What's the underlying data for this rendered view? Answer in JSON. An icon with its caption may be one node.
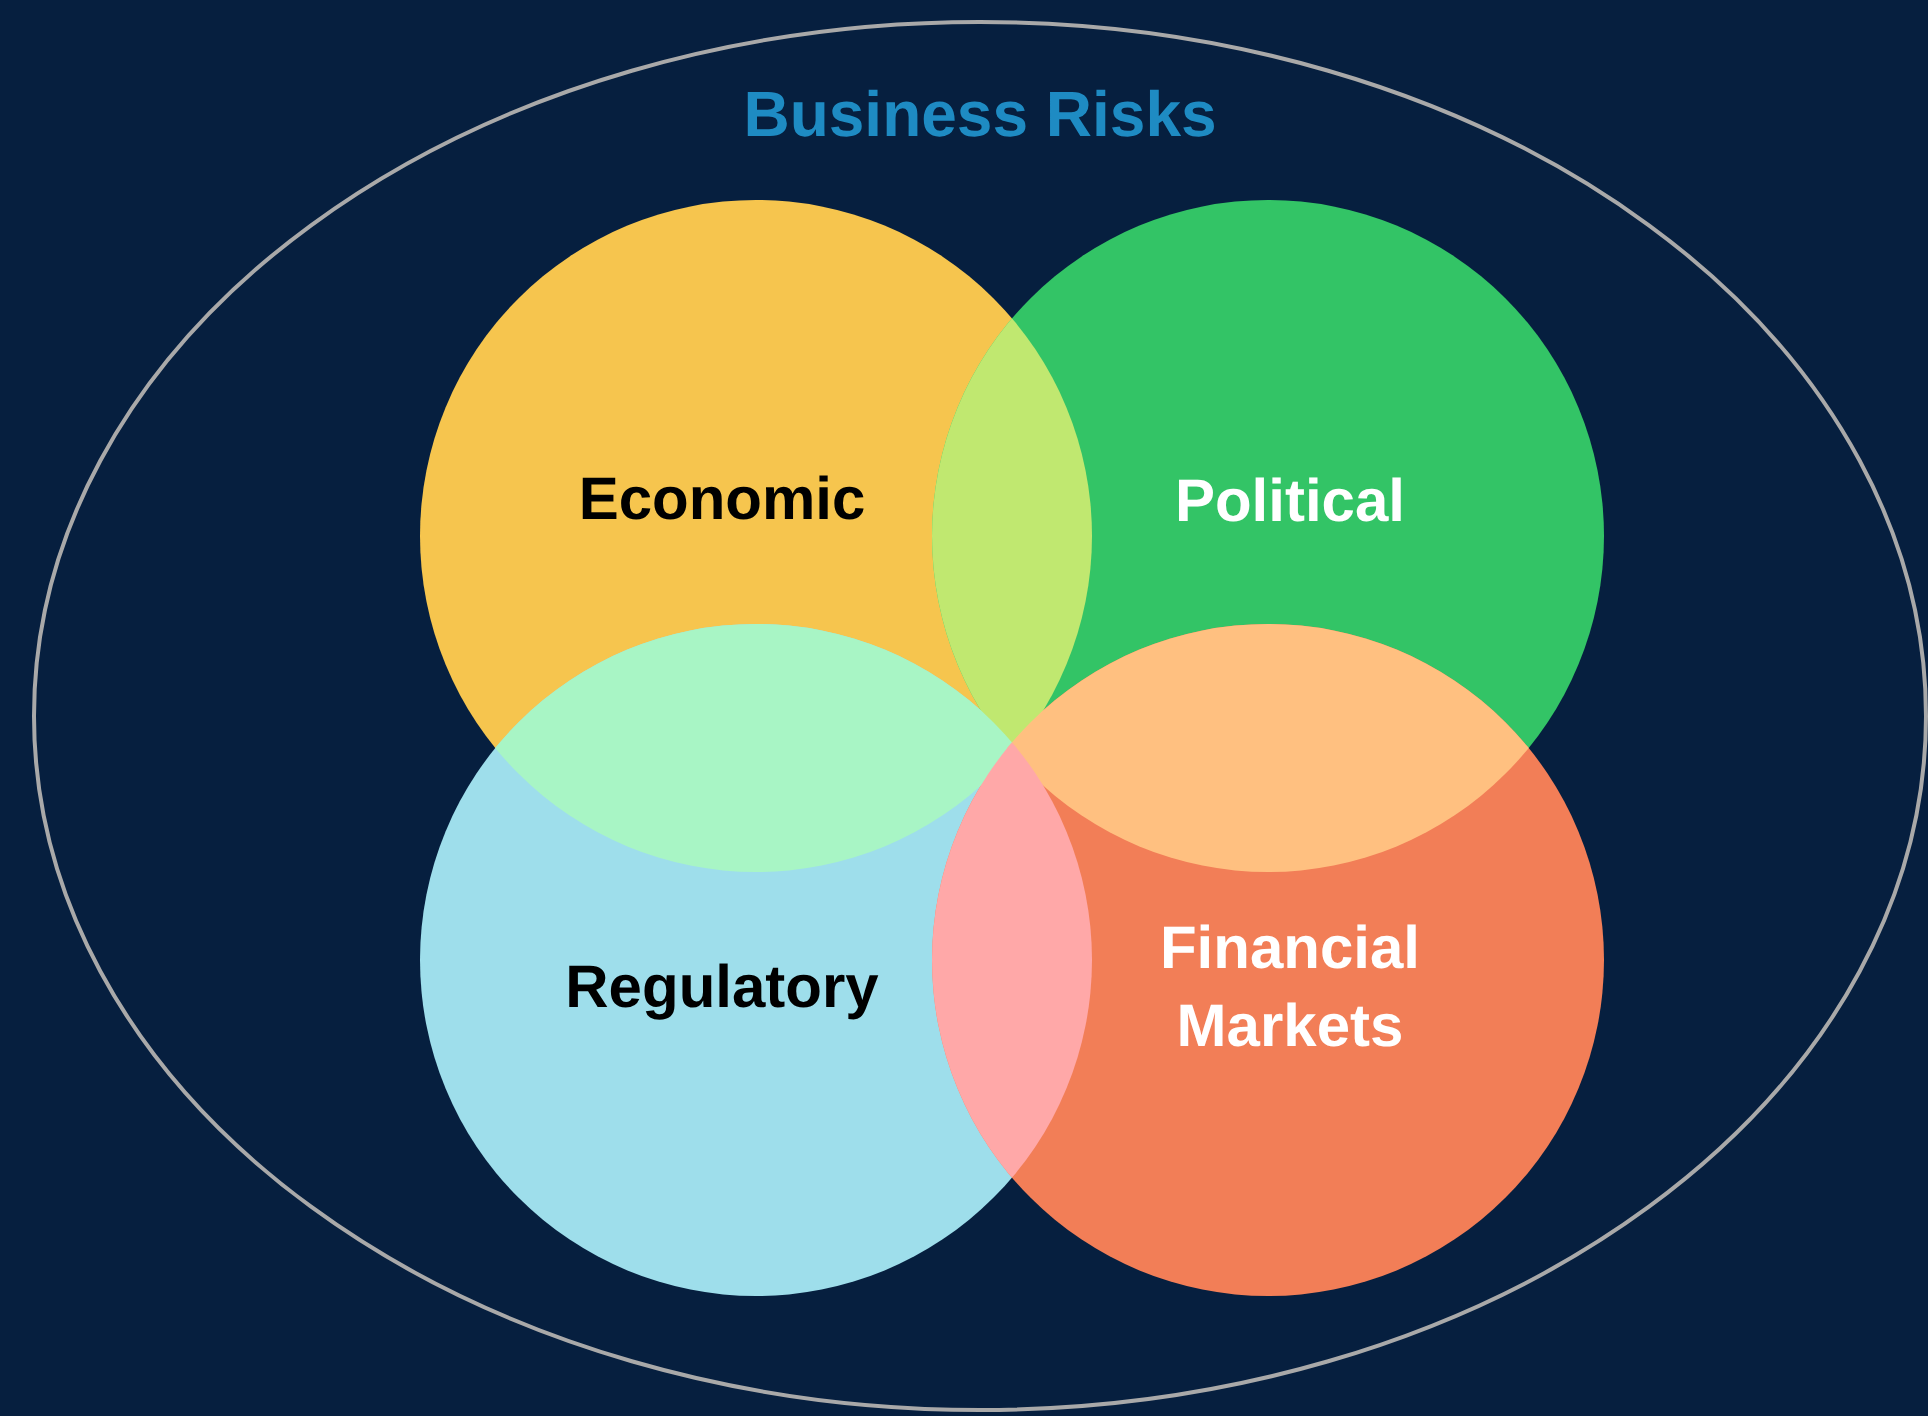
{
  "diagram": {
    "nodes": [
      {
        "text": [
          "Business Risks"
        ]
      },
      {
        "text": [
          "Economic"
        ],
        "in": 0
      },
      {
        "text": [
          "Political"
        ],
        "in": 0
      },
      {
        "text": [
          "Regulatory"
        ],
        "in": 0
      },
      {
        "text": [
          "Financial Markets"
        ],
        "in": 0
      }
    ]
  }
}
